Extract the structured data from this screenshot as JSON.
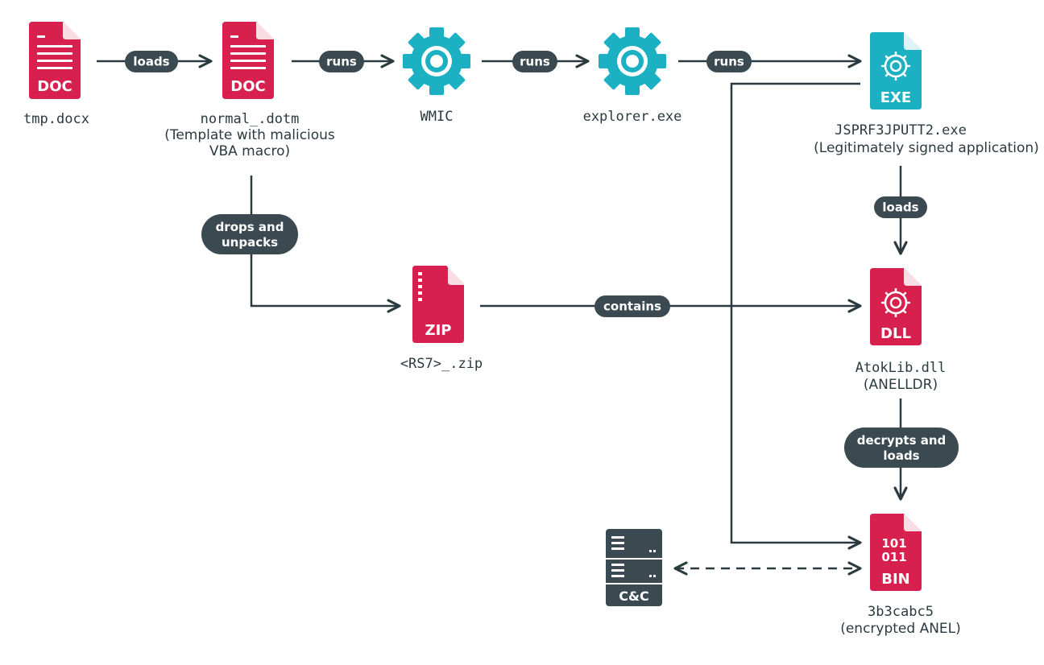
{
  "colors": {
    "doc": "#d8204f",
    "teal": "#1bb1c3",
    "dark": "#3a4a50",
    "line": "#2b3a40",
    "white": "#ffffff"
  },
  "nodes": {
    "tmp_docx": {
      "icon": "doc-file-icon",
      "badge": "DOC",
      "label": "tmp.docx"
    },
    "normal_dotm": {
      "icon": "doc-file-icon",
      "badge": "DOC",
      "label": "normal_.dotm",
      "sub1": "(Template with malicious",
      "sub2": "VBA macro)"
    },
    "wmic": {
      "icon": "gear-icon",
      "label": "WMIC"
    },
    "explorer": {
      "icon": "gear-icon",
      "label": "explorer.exe"
    },
    "exe": {
      "icon": "exe-file-icon",
      "badge": "EXE",
      "label": "JSPRF3JPUTT2.exe",
      "sub1": "(Legitimately signed application)"
    },
    "zip": {
      "icon": "zip-file-icon",
      "badge": "ZIP",
      "label": "<RS7>_.zip"
    },
    "dll": {
      "icon": "dll-file-icon",
      "badge": "DLL",
      "label": "AtokLib.dll",
      "sub1": "(ANELLDR)"
    },
    "bin": {
      "icon": "bin-file-icon",
      "badge": "BIN",
      "bits1": "101",
      "bits2": "011",
      "label": "3b3cabc5",
      "sub1": "(encrypted ANEL)"
    },
    "cnc": {
      "icon": "server-icon",
      "badge": "C&C"
    }
  },
  "edges": {
    "loads1": "loads",
    "runs1": "runs",
    "runs2": "runs",
    "runs3": "runs",
    "drops1": "drops and",
    "drops2": "unpacks",
    "contains": "contains",
    "loads2": "loads",
    "decrypts1": "decrypts and",
    "decrypts2": "loads"
  }
}
